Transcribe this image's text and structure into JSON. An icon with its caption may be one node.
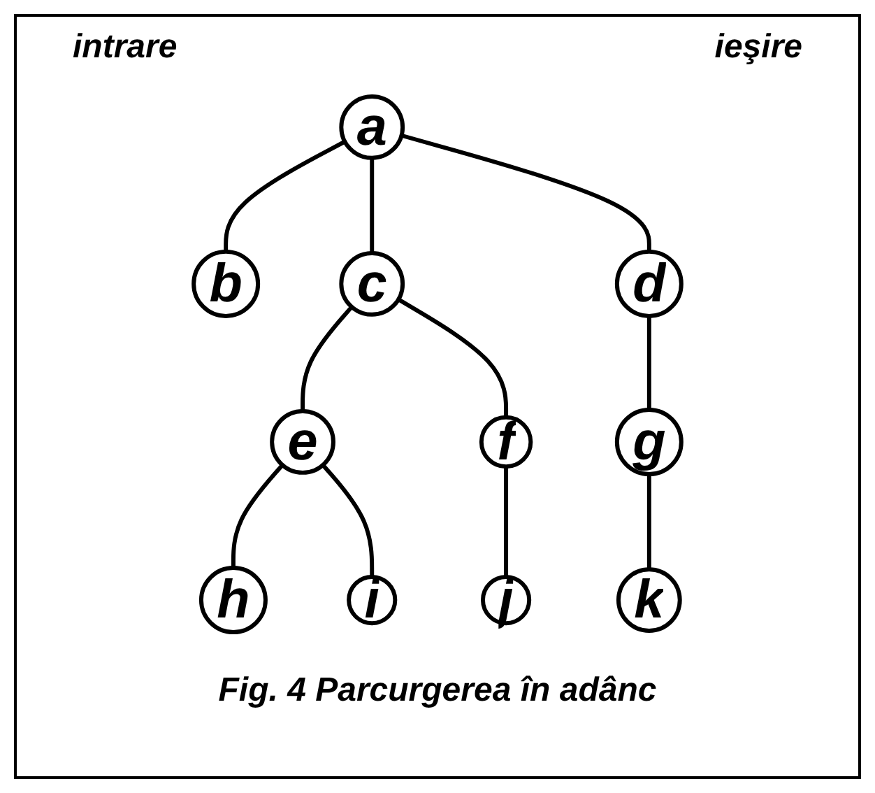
{
  "diagram": {
    "caption": "Fig. 4 Parcurgerea în adânc",
    "nodes": [
      {
        "text": [
          "a"
        ]
      },
      {
        "text": [
          "b"
        ]
      },
      {
        "text": [
          "c"
        ]
      },
      {
        "text": [
          "d"
        ]
      },
      {
        "text": [
          "e"
        ]
      },
      {
        "text": [
          "f"
        ]
      },
      {
        "text": [
          "g"
        ]
      },
      {
        "text": [
          "h"
        ]
      },
      {
        "text": [
          "i"
        ]
      },
      {
        "text": [
          "j"
        ]
      },
      {
        "text": [
          "k"
        ]
      }
    ],
    "edges": [
      {
        "from": 0,
        "to": 1,
        "arrow": "none"
      },
      {
        "from": 0,
        "to": 2,
        "arrow": "none"
      },
      {
        "from": 0,
        "to": 3,
        "arrow": "none"
      },
      {
        "from": 2,
        "to": 4,
        "arrow": "none"
      },
      {
        "from": 2,
        "to": 5,
        "arrow": "none"
      },
      {
        "from": 3,
        "to": 6,
        "arrow": "none"
      },
      {
        "from": 4,
        "to": 7,
        "arrow": "none"
      },
      {
        "from": 4,
        "to": 8,
        "arrow": "none"
      },
      {
        "from": 5,
        "to": 9,
        "arrow": "none"
      },
      {
        "from": 6,
        "to": 10,
        "arrow": "none"
      }
    ],
    "labels": [
      "intrare",
      "ieşire"
    ]
  }
}
